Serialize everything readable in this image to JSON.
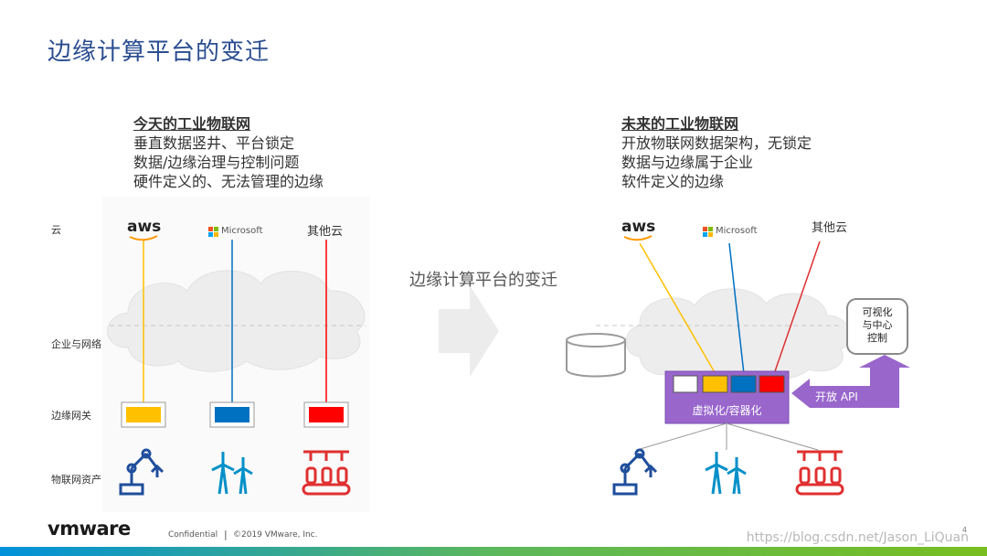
{
  "title": "边缘计算平台的变迁",
  "left": {
    "heading": "今天的工业物联网",
    "lines": [
      "垂直数据竖井、平台锁定",
      "数据/边缘治理与控制问题",
      "硬件定义的、无法管理的边缘"
    ]
  },
  "right": {
    "heading": "未来的工业物联网",
    "lines": [
      "开放物联网数据架构，无锁定",
      "数据与边缘属于企业",
      "软件定义的边缘"
    ]
  },
  "row_labels": {
    "cloud": "云",
    "enterprise": "企业与网络",
    "gateway": "边缘网关",
    "assets": "物联网资产"
  },
  "clouds": {
    "aws": "aws",
    "microsoft": "Microsoft",
    "other": "其他云"
  },
  "center_label": "边缘计算平台的变迁",
  "virtualization_label": "虚拟化/容器化",
  "open_api_label": "开放 API",
  "visual_control": [
    "可视化",
    "与中心",
    "控制"
  ],
  "footer": {
    "brand": "vmware",
    "confidential": "Confidential",
    "copyright": "©2019 VMware, Inc.",
    "page": "4",
    "watermark": "https://blog.csdn.net/Jason_LiQuan"
  },
  "colors": {
    "yellow": "#ffc000",
    "blue": "#0070c0",
    "red": "#ff0000",
    "purple": "#9966cc",
    "title": "#2a4d8f"
  }
}
